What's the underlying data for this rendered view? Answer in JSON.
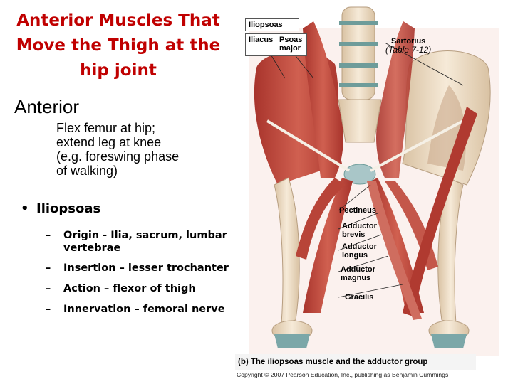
{
  "slide": {
    "title_lines": [
      "Anterior Muscles That",
      "Move the Thigh at the",
      "hip joint"
    ],
    "section_heading": "Anterior",
    "action_lines": [
      "Flex femur at hip;",
      "extend leg at knee",
      "(e.g. foreswing phase",
      "of walking)"
    ],
    "bullet": {
      "symbol": "•",
      "label": "Iliopsoas",
      "items": [
        {
          "dash": "–",
          "text": " Origin - Ilia, sacrum, lumbar",
          "cont": "vertebrae"
        },
        {
          "dash": "–",
          "text": "Insertion – lesser trochanter"
        },
        {
          "dash": "–",
          "text": "Action – flexor of thigh"
        },
        {
          "dash": "–",
          "text": "Innervation – femoral nerve"
        }
      ]
    },
    "colors": {
      "title": "#c00000",
      "muscle": "#c0463c",
      "bone": "#eeddc6"
    }
  },
  "figure": {
    "label_iliopsoas": "Iliopsoas",
    "label_iliacus": "Iliacus",
    "label_psoas_line1": "Psoas",
    "label_psoas_line2": "major",
    "label_sartorius": "Sartorius",
    "label_sartorius_ref": "(Table 7-12)",
    "label_pectineus": "Pectineus",
    "label_adductor_brevis_1": "Adductor",
    "label_adductor_brevis_2": "brevis",
    "label_adductor_longus_1": "Adductor",
    "label_adductor_longus_2": "longus",
    "label_adductor_magnus_1": "Adductor",
    "label_adductor_magnus_2": "magnus",
    "label_gracilis": "Gracilis",
    "caption": "(b) The iliopsoas muscle and the adductor group",
    "copyright": "Copyright © 2007 Pearson Education, Inc., publishing as Benjamin Cummings"
  }
}
